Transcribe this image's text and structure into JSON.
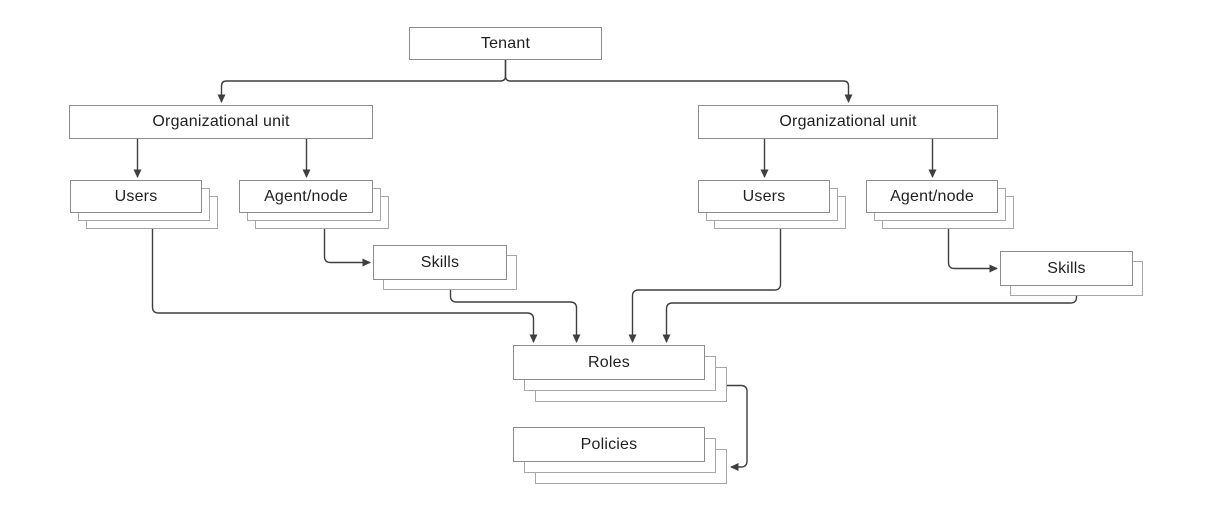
{
  "diagram": {
    "title": "Tenant organizational hierarchy diagram",
    "nodes": {
      "tenant": {
        "label": "Tenant",
        "stacked": false
      },
      "org_left": {
        "label": "Organizational unit",
        "stacked": false
      },
      "org_right": {
        "label": "Organizational unit",
        "stacked": false
      },
      "users_left": {
        "label": "Users",
        "stacked": true
      },
      "agent_left": {
        "label": "Agent/node",
        "stacked": true
      },
      "users_right": {
        "label": "Users",
        "stacked": true
      },
      "agent_right": {
        "label": "Agent/node",
        "stacked": true
      },
      "skills_left": {
        "label": "Skills",
        "stacked": true
      },
      "skills_right": {
        "label": "Skills",
        "stacked": true
      },
      "roles": {
        "label": "Roles",
        "stacked": true
      },
      "policies": {
        "label": "Policies",
        "stacked": true
      }
    },
    "edges": [
      {
        "from": "tenant",
        "to": "org_left"
      },
      {
        "from": "tenant",
        "to": "org_right"
      },
      {
        "from": "org_left",
        "to": "users_left"
      },
      {
        "from": "org_left",
        "to": "agent_left"
      },
      {
        "from": "org_right",
        "to": "users_right"
      },
      {
        "from": "org_right",
        "to": "agent_right"
      },
      {
        "from": "agent_left",
        "to": "skills_left"
      },
      {
        "from": "agent_right",
        "to": "skills_right"
      },
      {
        "from": "users_left",
        "to": "roles"
      },
      {
        "from": "skills_left",
        "to": "roles"
      },
      {
        "from": "users_right",
        "to": "roles"
      },
      {
        "from": "skills_right",
        "to": "roles"
      },
      {
        "from": "roles",
        "to": "policies"
      }
    ],
    "colors": {
      "background": "#ffffff",
      "box_border": "#8c8c8c",
      "shadow_border": "#a6a6a6",
      "connector": "#3f3f3f",
      "text": "#1f1f1f"
    }
  }
}
